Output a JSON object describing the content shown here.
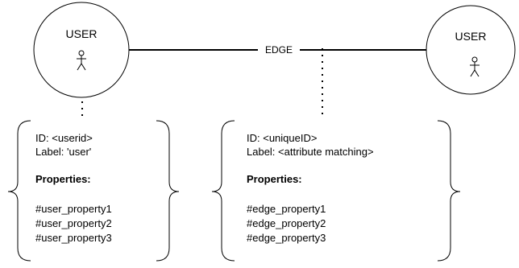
{
  "colors": {
    "stroke": "#000000",
    "background": "#ffffff"
  },
  "nodes": [
    {
      "label": "USER",
      "icon": "person-icon"
    },
    {
      "label": "USER",
      "icon": "person-icon"
    }
  ],
  "edge": {
    "label": "EDGE"
  },
  "user_box": {
    "id_line": "ID: <userid>",
    "label_line": "Label: 'user'",
    "properties_heading": "Properties:",
    "properties": [
      "#user_property1",
      "#user_property2",
      "#user_property3"
    ]
  },
  "edge_box": {
    "id_line": "ID: <uniqueID>",
    "label_line": "Label: <attribute matching>",
    "properties_heading": "Properties:",
    "properties": [
      "#edge_property1",
      "#edge_property2",
      "#edge_property3"
    ]
  }
}
